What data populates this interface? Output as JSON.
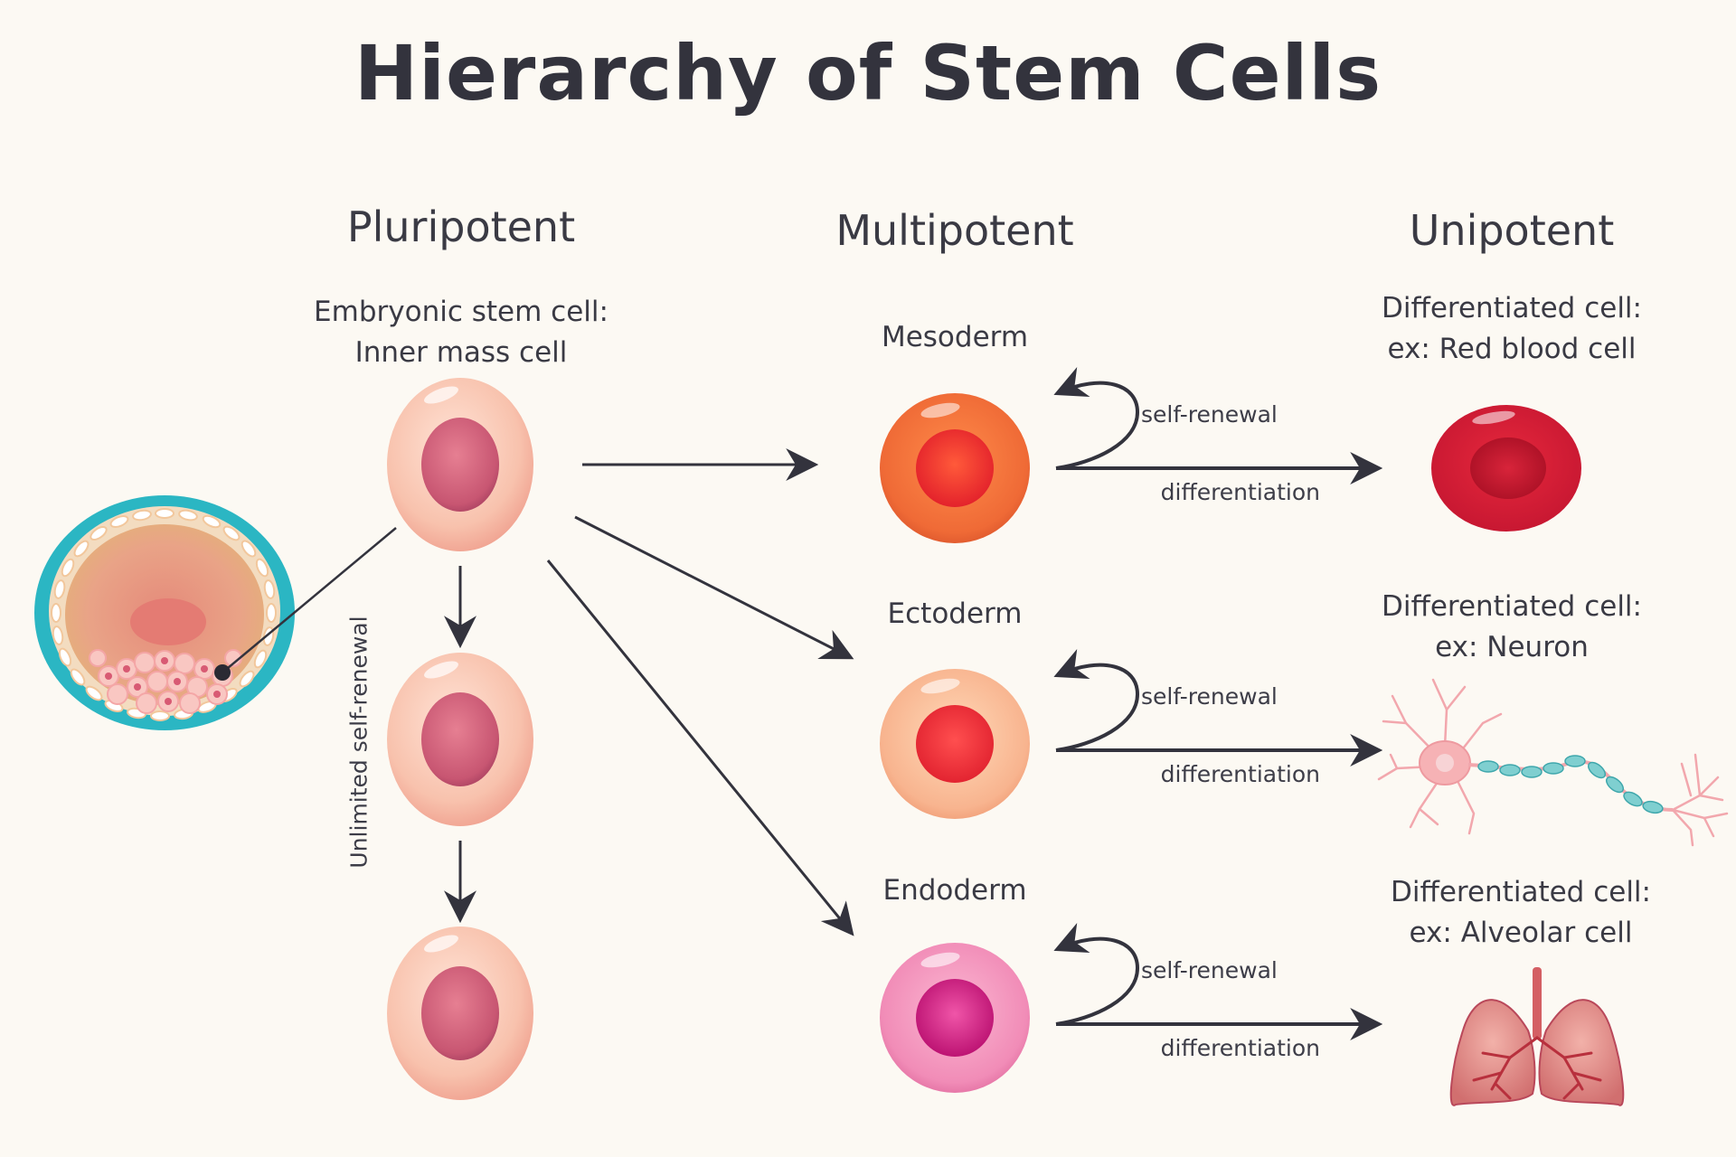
{
  "title": "Hierarchy of Stem Cells",
  "columns": {
    "pluripotent": "Pluripotent",
    "multipotent": "Multipotent",
    "unipotent": "Unipotent"
  },
  "pluripotent": {
    "cell_label_line1": "Embryonic stem cell:",
    "cell_label_line2": "Inner mass cell",
    "renewal_label": "Unlimited self-renewal"
  },
  "layers": [
    {
      "name": "Mesoderm",
      "self_renewal": "self-renewal",
      "differentiation": "differentiation",
      "result_line1": "Differentiated cell:",
      "result_line2": "ex: Red blood cell"
    },
    {
      "name": "Ectoderm",
      "self_renewal": "self-renewal",
      "differentiation": "differentiation",
      "result_line1": "Differentiated cell:",
      "result_line2": "ex: Neuron"
    },
    {
      "name": "Endoderm",
      "self_renewal": "self-renewal",
      "differentiation": "differentiation",
      "result_line1": "Differentiated cell:",
      "result_line2": "ex: Alveolar cell"
    }
  ],
  "colors": {
    "background": "#fcf9f3",
    "arrow": "#33333d",
    "mesoderm": "#ee6a3a",
    "ectoderm": "#f7b38f",
    "endoderm": "#f08cb6",
    "red_blood_cell": "#d81e36"
  }
}
